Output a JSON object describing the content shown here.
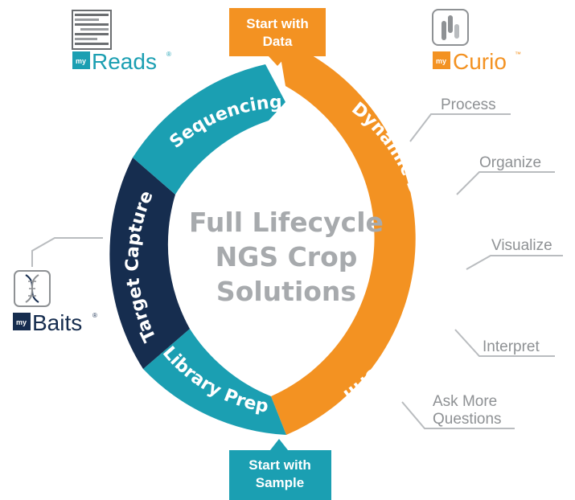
{
  "center_title": [
    "Full Lifecycle",
    "NGS Crop",
    "Solutions"
  ],
  "segments": {
    "sequencing": "Sequencing",
    "dynamic": "Dynamic Bioinformatics Platform",
    "library_prep": "Library Prep",
    "target_capture": "Target Capture"
  },
  "callouts": {
    "start_data": [
      "Start with",
      "Data"
    ],
    "start_sample": [
      "Start with",
      "Sample"
    ]
  },
  "steps": [
    "Process",
    "Organize",
    "Visualize",
    "Interpret",
    "Ask More",
    "Questions"
  ],
  "brands": {
    "reads": {
      "prefix": "my",
      "word": "Reads",
      "mark": "®"
    },
    "curio": {
      "prefix": "my",
      "word": "Curio",
      "mark": "™"
    },
    "baits": {
      "prefix": "my",
      "word": "Baits",
      "mark": "®"
    }
  },
  "colors": {
    "teal": "#1b9fb2",
    "navy": "#162d4f",
    "orange": "#f39222",
    "gray": "#a7aaad"
  }
}
